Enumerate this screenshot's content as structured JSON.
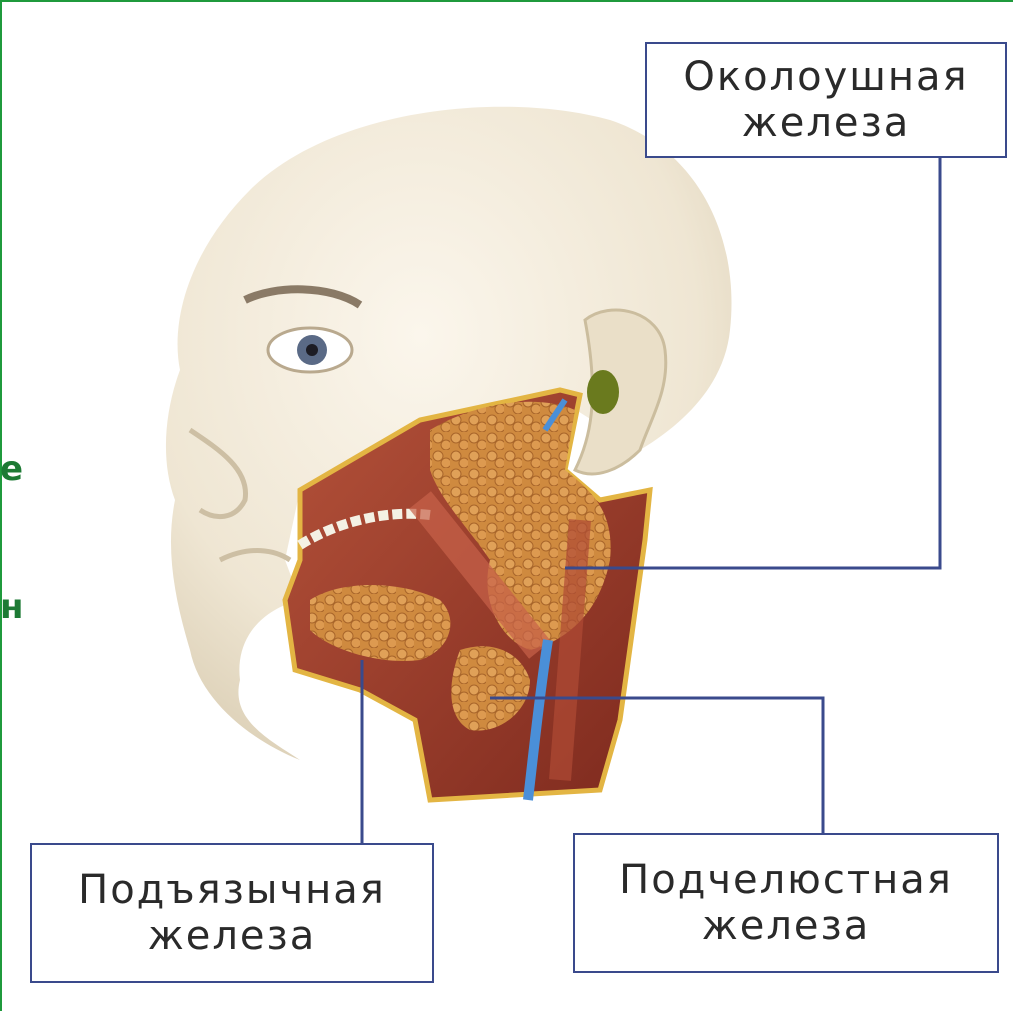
{
  "labels": {
    "parotid": {
      "line1": "Околоушная",
      "line2": "железа"
    },
    "sublingual": {
      "line1": "Подъязычная",
      "line2": "железа"
    },
    "submandibular": {
      "line1": "Подчелюстная",
      "line2": "железа"
    }
  },
  "side_fragments": {
    "upper": "е",
    "lower": "н"
  },
  "colors": {
    "frame": "#1f9a3c",
    "leader_line": "#3a4a8c",
    "skin": "#f1e9d8",
    "muscle": "#9c3a2a",
    "gland": "#d08a3e",
    "vessel": "#4a8fd8"
  }
}
